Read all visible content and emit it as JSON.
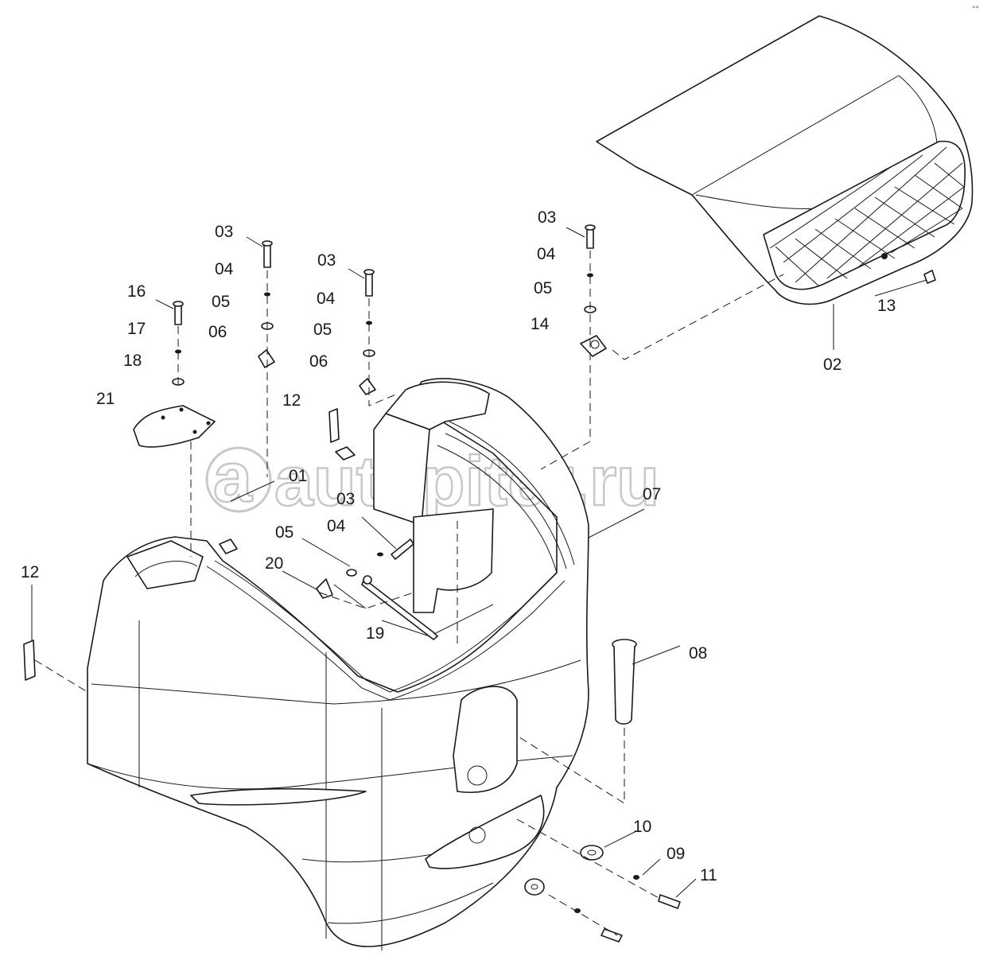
{
  "watermark": {
    "text": "autopiter.ru",
    "logo": "a"
  },
  "corner_mark": "°°",
  "callouts": [
    {
      "id": "c-03-a",
      "label": "03"
    },
    {
      "id": "c-04-a",
      "label": "04"
    },
    {
      "id": "c-05-a",
      "label": "05"
    },
    {
      "id": "c-06-a",
      "label": "06"
    },
    {
      "id": "c-03-b",
      "label": "03"
    },
    {
      "id": "c-04-b",
      "label": "04"
    },
    {
      "id": "c-05-b",
      "label": "05"
    },
    {
      "id": "c-06-b",
      "label": "06"
    },
    {
      "id": "c-16",
      "label": "16"
    },
    {
      "id": "c-17",
      "label": "17"
    },
    {
      "id": "c-18",
      "label": "18"
    },
    {
      "id": "c-21",
      "label": "21"
    },
    {
      "id": "c-12-a",
      "label": "12"
    },
    {
      "id": "c-01",
      "label": "01"
    },
    {
      "id": "c-03-c",
      "label": "03"
    },
    {
      "id": "c-04-c",
      "label": "04"
    },
    {
      "id": "c-05-c",
      "label": "05"
    },
    {
      "id": "c-20",
      "label": "20"
    },
    {
      "id": "c-19",
      "label": "19"
    },
    {
      "id": "c-07",
      "label": "07"
    },
    {
      "id": "c-03-d",
      "label": "03"
    },
    {
      "id": "c-04-d",
      "label": "04"
    },
    {
      "id": "c-05-d",
      "label": "05"
    },
    {
      "id": "c-14",
      "label": "14"
    },
    {
      "id": "c-13",
      "label": "13"
    },
    {
      "id": "c-02",
      "label": "02"
    },
    {
      "id": "c-12-b",
      "label": "12"
    },
    {
      "id": "c-08",
      "label": "08"
    },
    {
      "id": "c-10",
      "label": "10"
    },
    {
      "id": "c-09",
      "label": "09"
    },
    {
      "id": "c-11",
      "label": "11"
    }
  ]
}
